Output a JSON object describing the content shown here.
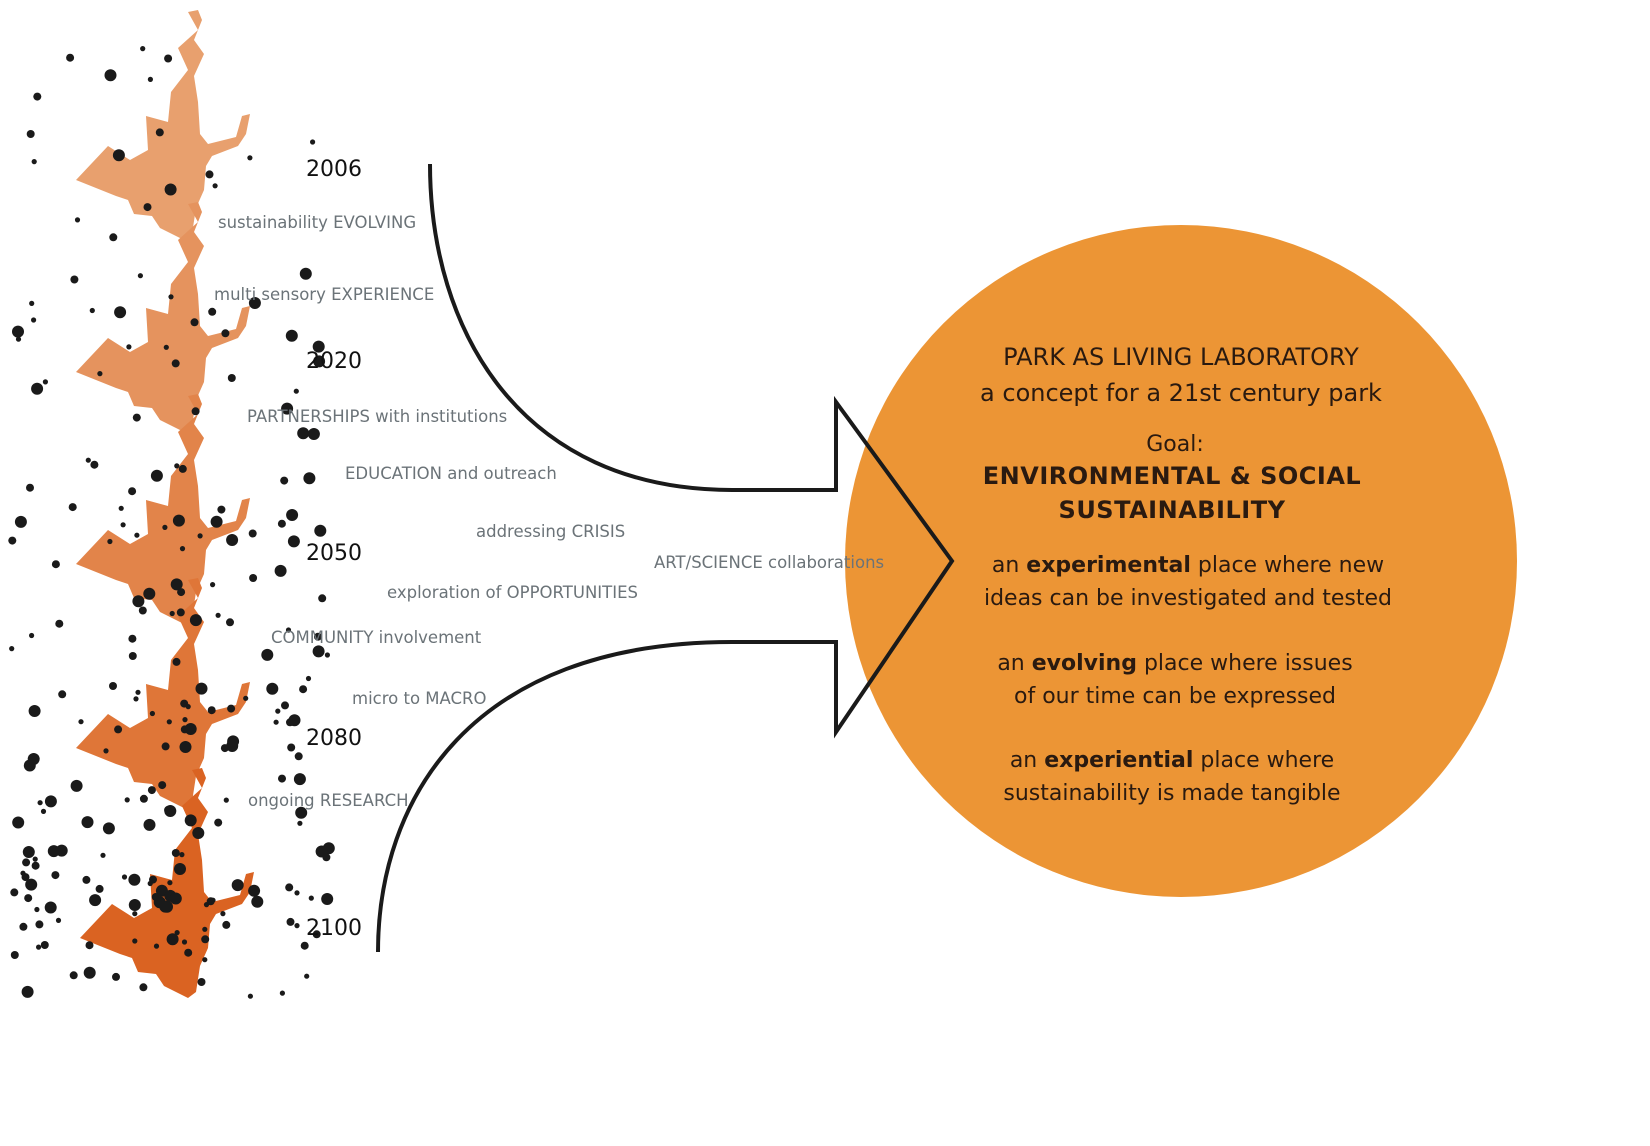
{
  "years": [
    "2006",
    "2020",
    "2050",
    "2080",
    "2100"
  ],
  "park_colors": [
    "#e8a06e",
    "#e5935e",
    "#e2844a",
    "#df7638",
    "#da6322"
  ],
  "themes": [
    "sustainability EVOLVING",
    "multi sensory EXPERIENCE",
    "PARTNERSHIPS with institutions",
    "EDUCATION and outreach",
    "addressing CRISIS",
    "ART/SCIENCE collaborations",
    "exploration of OPPORTUNITIES",
    "COMMUNITY involvement",
    "micro to MACRO",
    "ongoing RESEARCH"
  ],
  "circle": {
    "color": "#ec9535",
    "title": "PARK AS LIVING LABORATORY",
    "subtitle": "a concept for a 21st century park",
    "goal_label": "Goal:",
    "goal_line1": "ENVIRONMENTAL & SOCIAL",
    "goal_line2": "SUSTAINABILITY",
    "p1": {
      "pre": "an ",
      "bold": "experimental",
      "post": " place where new",
      "line2": "ideas can be investigated and tested"
    },
    "p2": {
      "pre": "an ",
      "bold": "evolving",
      "post": " place where issues",
      "line2": "of our time can be expressed"
    },
    "p3": {
      "pre": "an ",
      "bold": "experiential",
      "post": " place where",
      "line2": "sustainability is made tangible"
    }
  },
  "dot_color": "#1a1a1a",
  "arrow_stroke": "#1a1a1a"
}
